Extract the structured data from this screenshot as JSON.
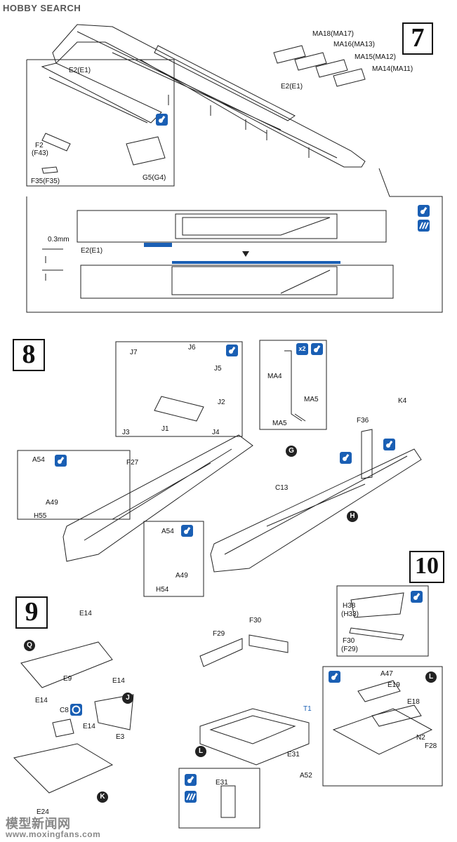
{
  "header": {
    "logo_text": "HOBBY SEARCH"
  },
  "steps": {
    "s7": "7",
    "s8": "8",
    "s9": "9",
    "s10": "10"
  },
  "step7": {
    "ma18": "MA18(MA17)",
    "ma16": "MA16(MA13)",
    "ma15": "MA15(MA12)",
    "ma14": "MA14(MA11)",
    "e2_top": "E2(E1)",
    "e2_inset": "E2(E1)",
    "f2": "F2",
    "f43": "(F43)",
    "f35": "F35(F35)",
    "g5": "G5(G4)",
    "dim": "0.3mm",
    "e2_bottom": "E2(E1)"
  },
  "step8": {
    "j7": "J7",
    "j6": "J6",
    "j5": "J5",
    "j2": "J2",
    "j3": "J3",
    "j1": "J1",
    "j4": "J4",
    "ma4": "MA4",
    "ma5a": "MA5",
    "ma5b": "MA5",
    "x2": "x2",
    "a54": "A54",
    "a49": "A49",
    "h55": "H55",
    "f27": "F27",
    "f36": "F36",
    "k4": "K4",
    "c13": "C13",
    "g": "G",
    "h": "H",
    "a54b": "A54",
    "a49b": "A49",
    "h54": "H54"
  },
  "step9": {
    "e14_1": "E14",
    "q": "Q",
    "e9": "E9",
    "e14_2": "E14",
    "j": "J",
    "e3": "E3",
    "e14_3": "E14",
    "c8": "C8",
    "e14_4": "E14",
    "e24": "E24",
    "k": "K"
  },
  "step10": {
    "h38": "H38",
    "h33": "(H33)",
    "f30": "F30",
    "f30b": "(F29)",
    "f30_top": "F30",
    "f29": "F29",
    "t1": "T1",
    "e31": "E31",
    "a52": "A52",
    "l": "L",
    "l2": "L",
    "a47": "A47",
    "e19": "E19",
    "e18": "E18",
    "n2": "N2",
    "f28": "F28",
    "e31b": "E31"
  },
  "footer": {
    "watermark": "www.moxingfans.com",
    "watermark_cn": "模型新闻网"
  },
  "colors": {
    "accent": "#1a5fb4",
    "ink": "#111111"
  }
}
